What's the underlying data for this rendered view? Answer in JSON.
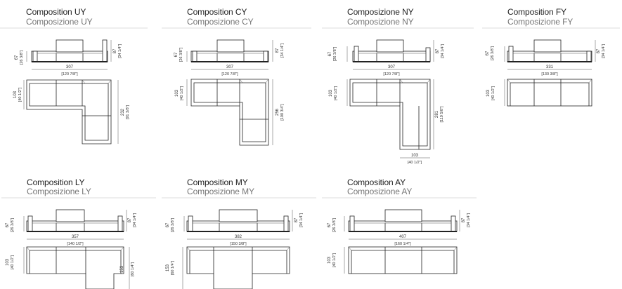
{
  "compositions": [
    {
      "id": "uy",
      "title": "Composition UY",
      "subtitle": "Composizione UY",
      "height_cm": "67",
      "height_in": "[26 3/8\"]",
      "back_cm": "87",
      "back_in": "[34 1/4\"]",
      "width_cm": "307",
      "width_in": "[120 7/8\"]",
      "depth_cm": "103",
      "depth_in": "[40 1/2\"]",
      "chaise_cm": "232",
      "chaise_in": "[91 3/8\"]"
    },
    {
      "id": "cy",
      "title": "Composition CY",
      "subtitle": "Composizione CY",
      "height_cm": "67",
      "height_in": "[26 3/8\"]",
      "back_cm": "87",
      "back_in": "[34 1/4\"]",
      "width_cm": "307",
      "width_in": "[120 7/8\"]",
      "depth_cm": "103",
      "depth_in": "[40 1/2\"]",
      "chaise_cm": "256",
      "chaise_in": "[100 3/4\"]"
    },
    {
      "id": "ny",
      "title": "Composizione NY",
      "subtitle": "Composizione NY",
      "height_cm": "67",
      "height_in": "[26 3/8\"]",
      "back_cm": "87",
      "back_in": "[34 1/4\"]",
      "width_cm": "307",
      "width_in": "[120 7/8\"]",
      "depth_cm": "103",
      "depth_in": "[40 1/2\"]",
      "chaise_cm": "281",
      "chaise_in": "[110 5/8\"]",
      "bottom_cm": "103",
      "bottom_in": "[40 1/2\"]"
    },
    {
      "id": "fy",
      "title": "Composition FY",
      "subtitle": "Composizione FY",
      "height_cm": "67",
      "height_in": "[26 3/8\"]",
      "back_cm": "87",
      "back_in": "[34 1/4\"]",
      "width_cm": "331",
      "width_in": "[130 3/8\"]",
      "depth_cm": "103",
      "depth_in": "[40 1/2\"]"
    },
    {
      "id": "ly",
      "title": "Composition LY",
      "subtitle": "Composizione LY",
      "height_cm": "67",
      "height_in": "[26 3/8\"]",
      "back_cm": "87",
      "back_in": "[34 1/4\"]",
      "width_cm": "357",
      "width_in": "[140 1/2\"]",
      "depth_cm": "103",
      "depth_in": "[40 1/2\"]",
      "chaise_cm": "153",
      "chaise_in": "[60 1/4\"]"
    },
    {
      "id": "my",
      "title": "Composition MY",
      "subtitle": "Composizione MY",
      "height_cm": "67",
      "height_in": "[26 3/8\"]",
      "back_cm": "87",
      "back_in": "[34 1/4\"]",
      "width_cm": "382",
      "width_in": "[150 3/8\"]",
      "depth_cm": "153",
      "depth_in": "[60 1/4\"]"
    },
    {
      "id": "ay",
      "title": "Composition AY",
      "subtitle": "Composizione AY",
      "height_cm": "67",
      "height_in": "[26 3/8\"]",
      "back_cm": "87",
      "back_in": "[34 1/4\"]",
      "width_cm": "407",
      "width_in": "[160 1/4\"]",
      "depth_cm": "103",
      "depth_in": "[40 1/2\"]"
    }
  ]
}
